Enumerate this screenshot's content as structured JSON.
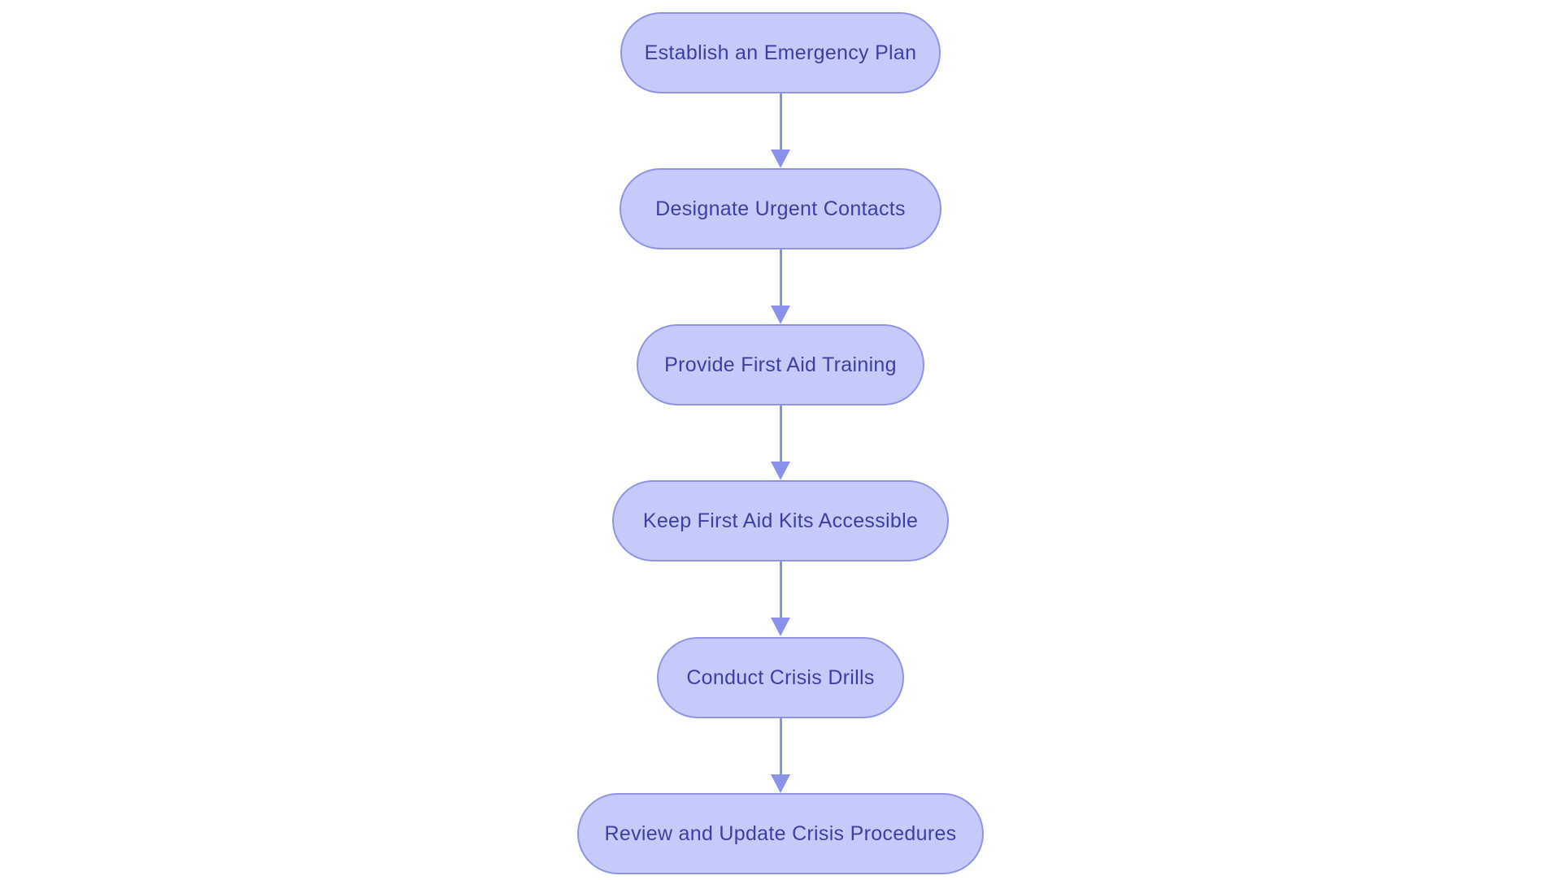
{
  "diagram": {
    "type": "flowchart",
    "direction": "top-down",
    "nodes": [
      {
        "id": 1,
        "label": "Establish an Emergency Plan"
      },
      {
        "id": 2,
        "label": "Designate Urgent Contacts"
      },
      {
        "id": 3,
        "label": "Provide First Aid Training"
      },
      {
        "id": 4,
        "label": "Keep First Aid Kits Accessible"
      },
      {
        "id": 5,
        "label": "Conduct Crisis Drills"
      },
      {
        "id": 6,
        "label": "Review and Update Crisis Procedures"
      }
    ],
    "edges": [
      {
        "from": 1,
        "to": 2
      },
      {
        "from": 2,
        "to": 3
      },
      {
        "from": 3,
        "to": 4
      },
      {
        "from": 4,
        "to": 5
      },
      {
        "from": 5,
        "to": 6
      }
    ],
    "colors": {
      "node_fill": "#c6cafa",
      "node_border": "#8f94e6",
      "node_text": "#3b3fa2",
      "arrow": "#8b92ec",
      "background": "#ffffff"
    }
  }
}
